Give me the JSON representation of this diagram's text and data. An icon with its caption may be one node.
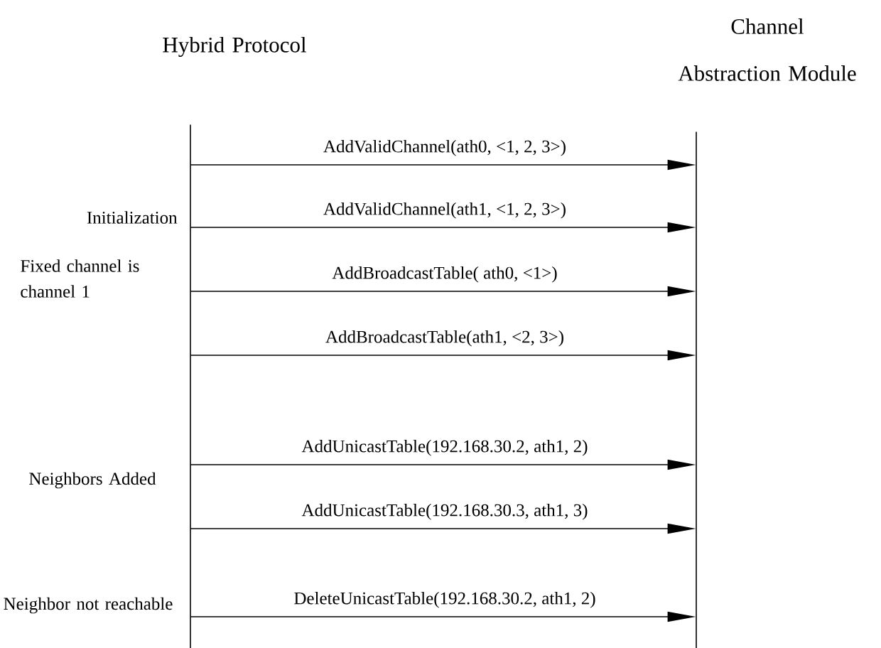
{
  "diagram": {
    "nodes": [
      {
        "text": [
          "Hybrid Protocol"
        ]
      },
      {
        "text": [
          "Channel Abstraction Module"
        ]
      }
    ],
    "edges": [
      {
        "from": 0,
        "to": 1,
        "arrow": "to",
        "label": "AddValidChannel(ath0, <1, 2, 3>)"
      },
      {
        "from": 0,
        "to": 1,
        "arrow": "to",
        "label": "AddValidChannel(ath1, <1, 2, 3>)"
      },
      {
        "from": 0,
        "to": 1,
        "arrow": "to",
        "label": "AddBroadcastTable( ath0, <1>)"
      },
      {
        "from": 0,
        "to": 1,
        "arrow": "to",
        "label": "AddBroadcastTable(ath1, <2, 3>)"
      },
      {
        "from": 0,
        "to": 1,
        "arrow": "to",
        "label": "AddUnicastTable(192.168.30.2, ath1, 2)"
      },
      {
        "from": 0,
        "to": 1,
        "arrow": "to",
        "label": "AddUnicastTable(192.168.30.3, ath1, 3)"
      },
      {
        "from": 0,
        "to": 1,
        "arrow": "to",
        "label": "DeleteUnicastTable(192.168.30.2, ath1, 2)"
      }
    ],
    "labels": [
      "Initialization",
      "Fixed channel is channel 1",
      "Neighbors Added",
      "Neighbor not reachable"
    ]
  }
}
